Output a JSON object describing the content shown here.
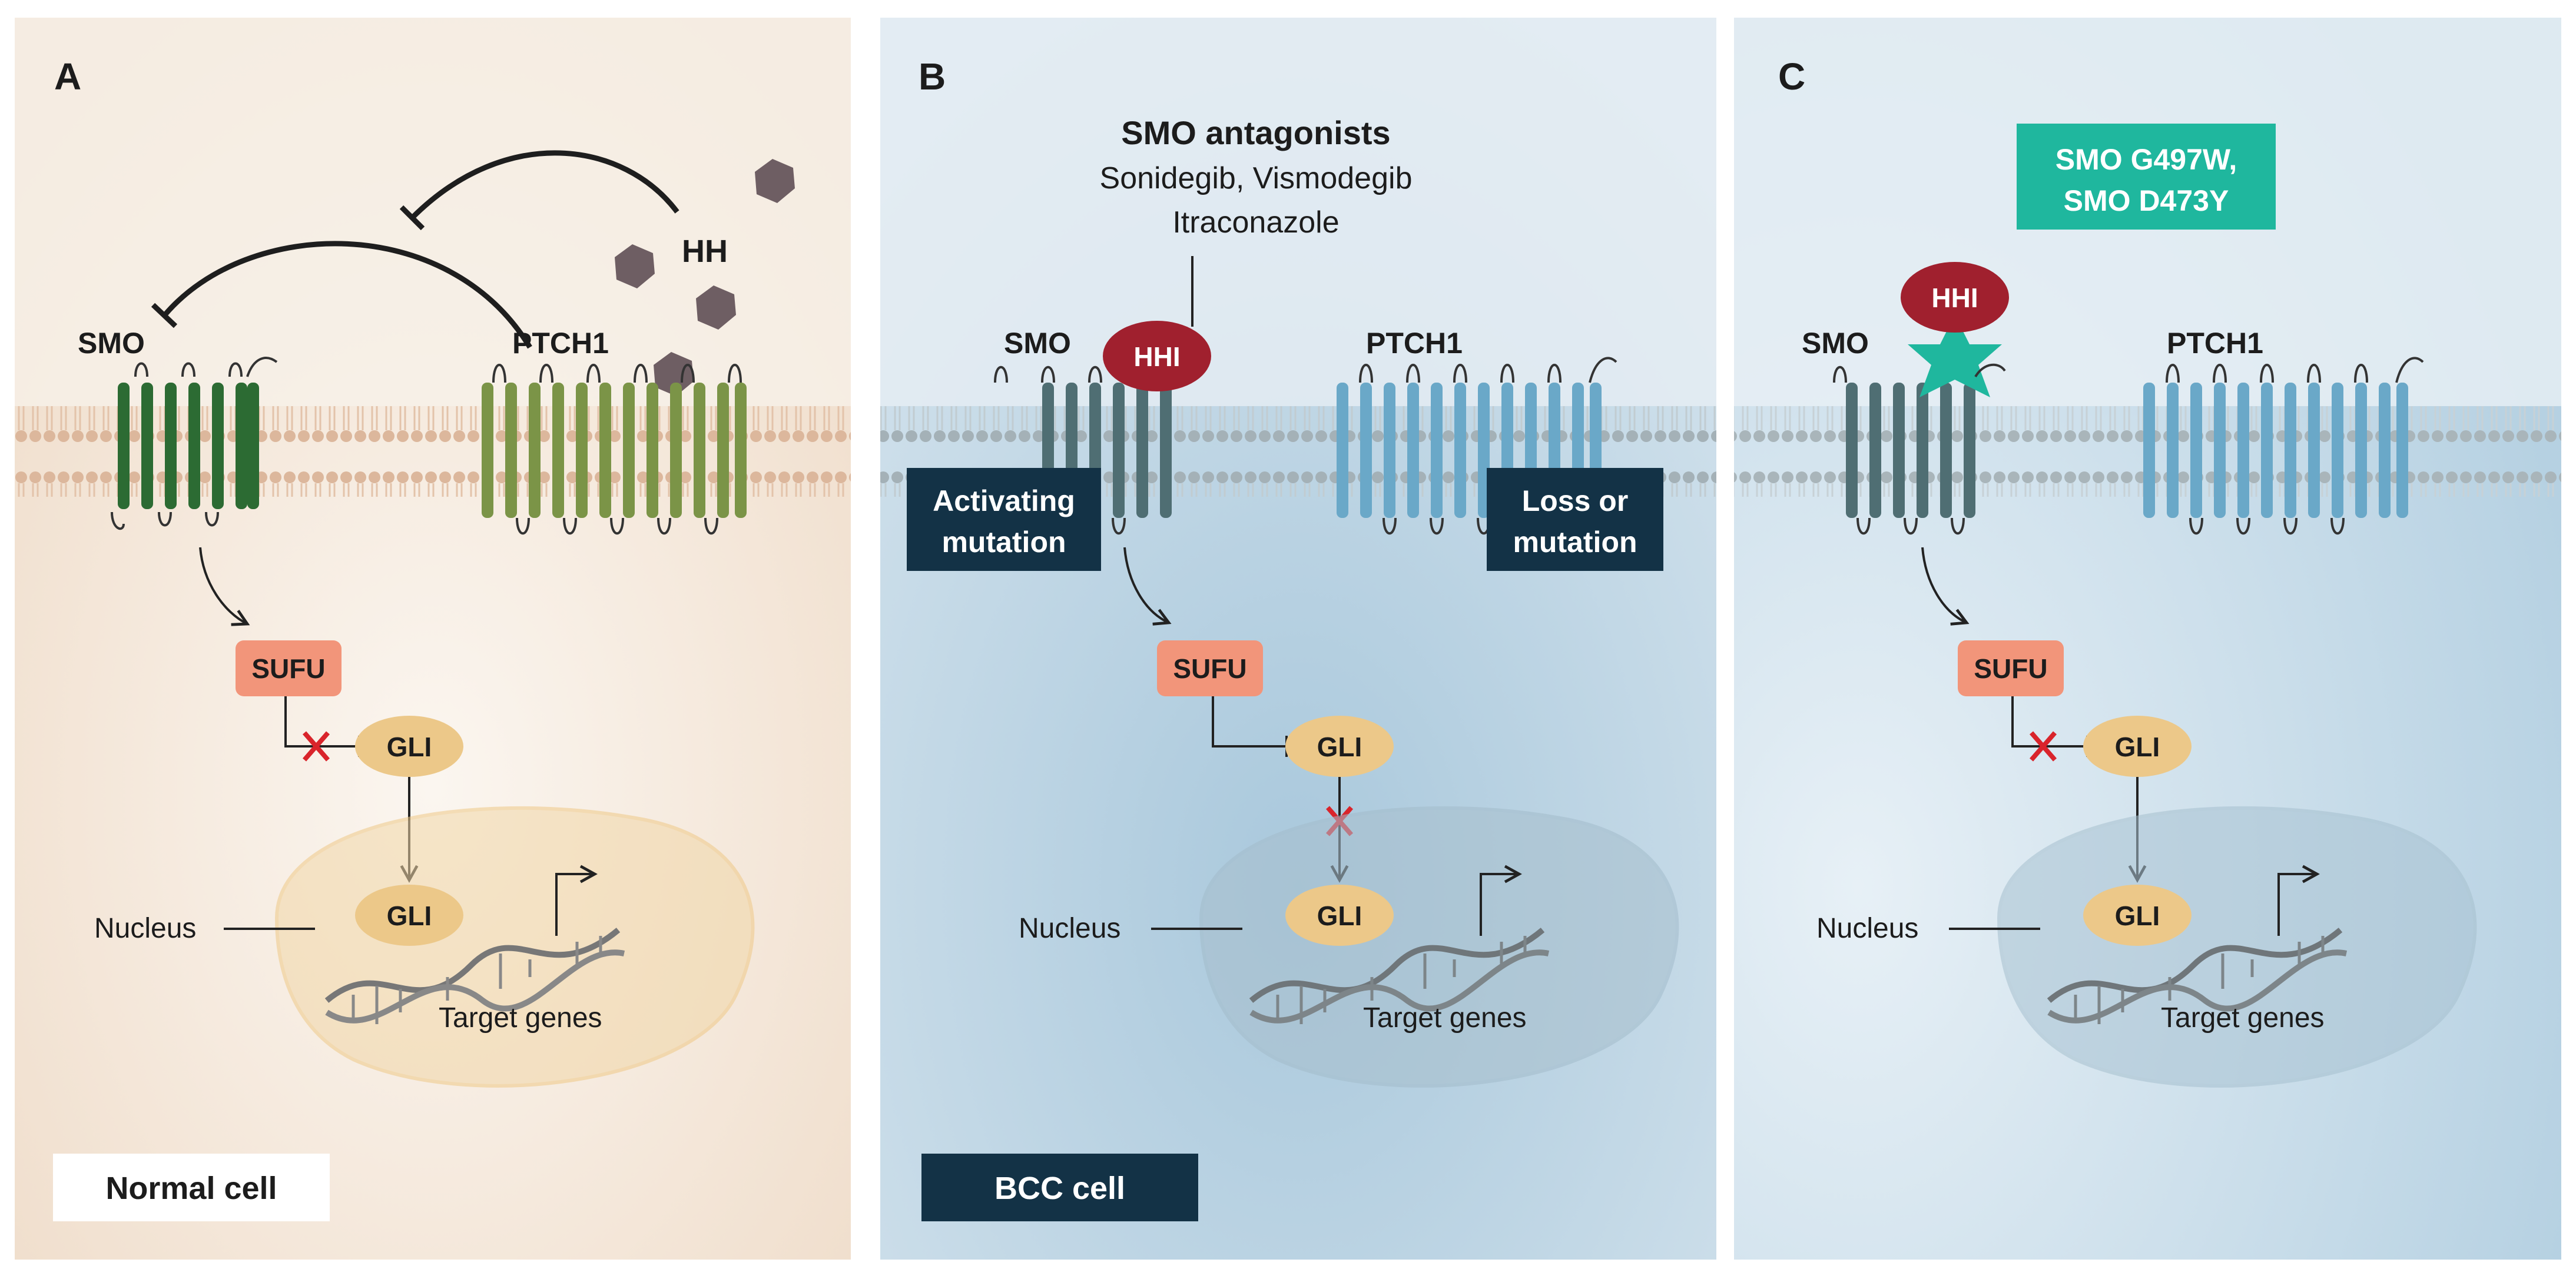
{
  "colors": {
    "panel_a_bg": "#f3e3d2",
    "panel_bc_bg": "#bcd4e3",
    "membrane": "#d9b59a",
    "membrane_bc": "#aab6bc",
    "smo_normal": "#2c6b33",
    "ptch1_normal": "#7b9447",
    "smo_bc": "#4f6e73",
    "ptch1_bc": "#6aa8c8",
    "sufu": "#f2957a",
    "gli": "#ecc889",
    "hhi": "#a0202e",
    "hh": "#6e5e63",
    "dark_box": "#133246",
    "teal": "#1fb79e",
    "inhibit_x": "#d9242b"
  },
  "panels": [
    {
      "letter": "A",
      "smo": "SMO",
      "ptch1": "PTCH1",
      "hh": "HH",
      "sufu": "SUFU",
      "gli": "GLI",
      "nucleus_gli": "GLI",
      "nucleus": "Nucleus",
      "target": "Target genes",
      "cell_label": "Normal cell"
    },
    {
      "letter": "B",
      "antagonists_title": "SMO antagonists",
      "antagonists_line1": "Sonidegib, Vismodegib",
      "antagonists_line2": "Itraconazole",
      "smo": "SMO",
      "hhi": "HHI",
      "ptch1": "PTCH1",
      "activating_line1": "Activating",
      "activating_line2": "mutation",
      "loss_line1": "Loss or",
      "loss_line2": "mutation",
      "sufu": "SUFU",
      "gli": "GLI",
      "nucleus_gli": "GLI",
      "nucleus": "Nucleus",
      "target": "Target genes",
      "cell_label": "BCC cell"
    },
    {
      "letter": "C",
      "mutation_line1": "SMO G497W,",
      "mutation_line2": "SMO D473Y",
      "hhi": "HHI",
      "smo": "SMO",
      "ptch1": "PTCH1",
      "sufu": "SUFU",
      "gli": "GLI",
      "nucleus_gli": "GLI",
      "nucleus": "Nucleus",
      "target": "Target genes"
    }
  ]
}
